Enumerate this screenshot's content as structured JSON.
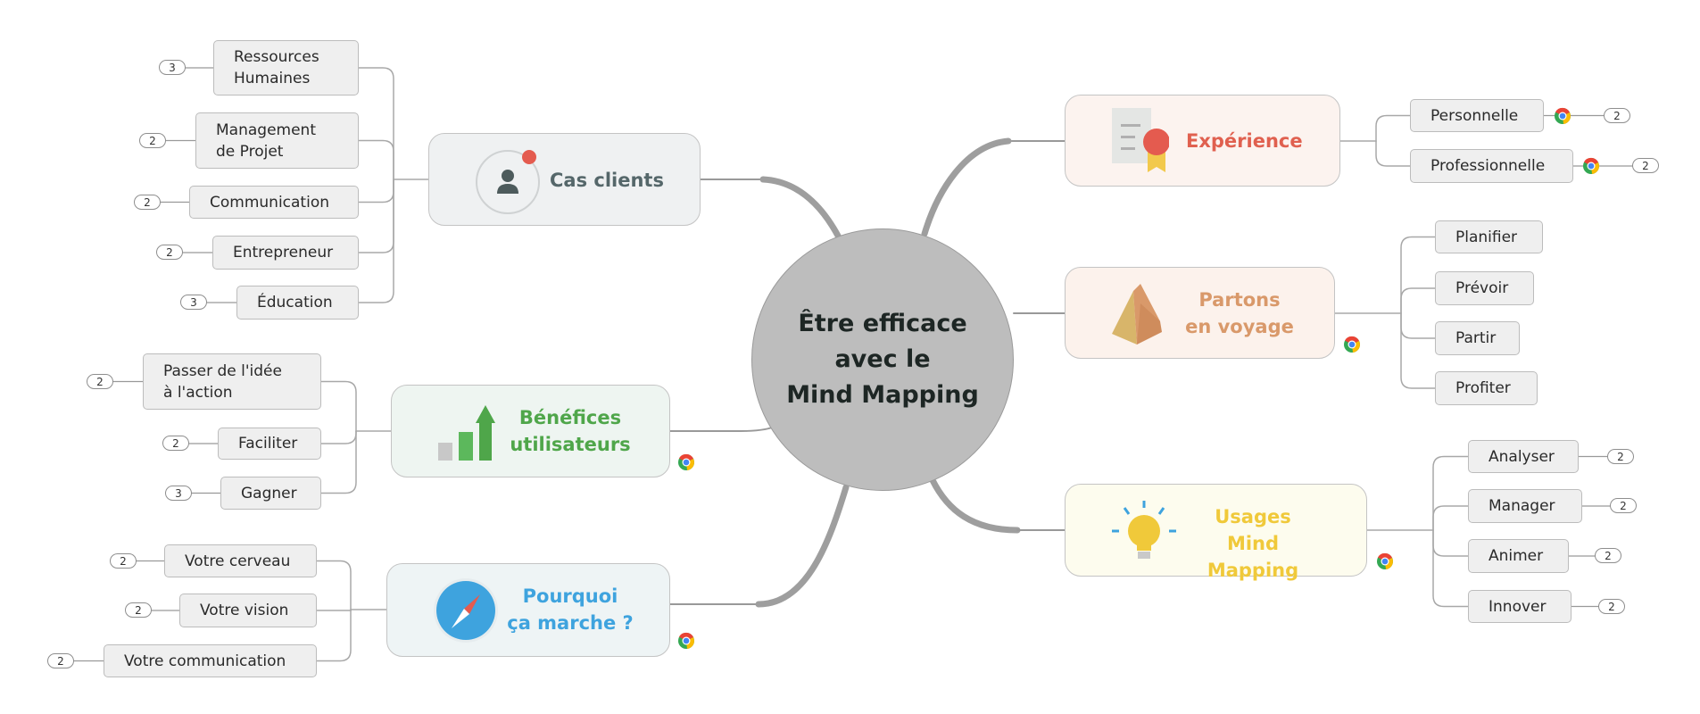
{
  "center": {
    "title": "Être efficace\navec le\nMind Mapping"
  },
  "branches": {
    "cas_clients": {
      "label": "Cas clients",
      "icon": "user-icon",
      "color": "#55676a",
      "children": [
        {
          "label": "Ressources\nHumaines",
          "count": "3"
        },
        {
          "label": "Management\nde Projet",
          "count": "2"
        },
        {
          "label": "Communication",
          "count": "2"
        },
        {
          "label": "Entrepreneur",
          "count": "2"
        },
        {
          "label": "Éducation",
          "count": "3"
        }
      ]
    },
    "benefices": {
      "label": "Bénéfices\nutilisateurs",
      "icon": "growth-chart-icon",
      "color": "#4fa64a",
      "children": [
        {
          "label": "Passer de l'idée\nà l'action",
          "count": "2"
        },
        {
          "label": "Faciliter",
          "count": "2"
        },
        {
          "label": "Gagner",
          "count": "3"
        }
      ]
    },
    "pourquoi": {
      "label": "Pourquoi\nça marche ?",
      "icon": "compass-icon",
      "color": "#3ea3de",
      "children": [
        {
          "label": "Votre cerveau",
          "count": "2"
        },
        {
          "label": "Votre vision",
          "count": "2"
        },
        {
          "label": "Votre communication",
          "count": "2"
        }
      ]
    },
    "experience": {
      "label": "Expérience",
      "icon": "certificate-icon",
      "color": "#e0604f",
      "children": [
        {
          "label": "Personnelle",
          "count": "2"
        },
        {
          "label": "Professionnelle",
          "count": "2"
        }
      ]
    },
    "partons": {
      "label": "Partons\nen voyage",
      "icon": "pyramids-icon",
      "color": "#d9996a",
      "children": [
        {
          "label": "Planifier"
        },
        {
          "label": "Prévoir"
        },
        {
          "label": "Partir"
        },
        {
          "label": "Profiter"
        }
      ]
    },
    "usages": {
      "label": "Usages Mind\nMapping",
      "icon": "lightbulb-icon",
      "color": "#f0c93a",
      "children": [
        {
          "label": "Analyser",
          "count": "2"
        },
        {
          "label": "Manager",
          "count": "2"
        },
        {
          "label": "Animer",
          "count": "2"
        },
        {
          "label": "Innover",
          "count": "2"
        }
      ]
    }
  }
}
